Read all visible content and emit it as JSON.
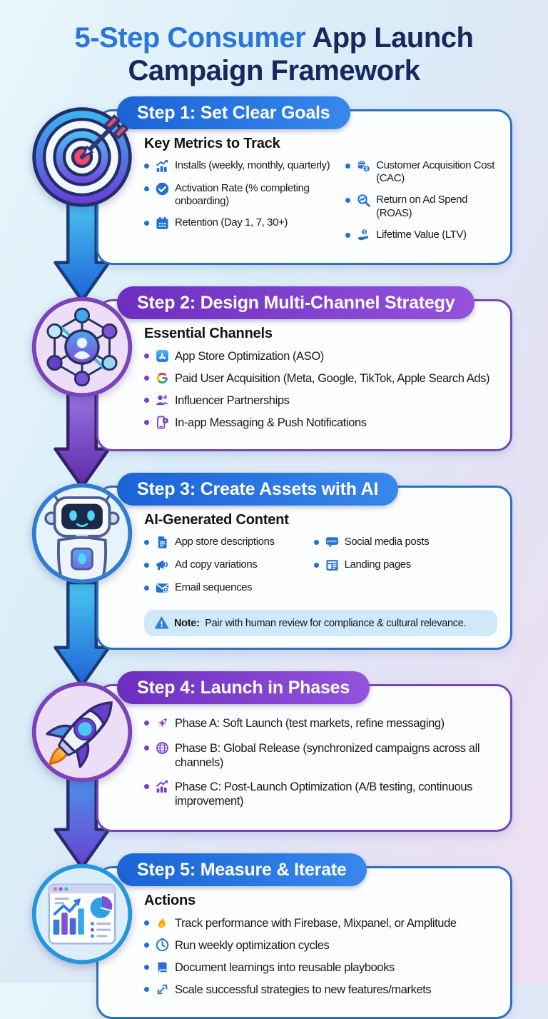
{
  "title": {
    "highlight": "5-Step Consumer",
    "rest": " App Launch Campaign Framework"
  },
  "colors": {
    "accent_blue": "#2470d5",
    "accent_purple": "#7b3fd0",
    "title_blue": "#2a76d9",
    "title_navy": "#16285c",
    "header_blue_gradient": [
      "#1a64d6",
      "#3787ec"
    ],
    "header_purple_gradient": [
      "#6d2ec0",
      "#9453dc"
    ],
    "card_border_blue": "#2e6fbe",
    "card_border_purple": "#7747b4",
    "note_background": "#cfe9f8"
  },
  "steps": [
    {
      "id": 1,
      "theme": "blue",
      "icon": "target",
      "arrow": "blue",
      "header": "Step 1: Set Clear Goals",
      "subheading": "Key Metrics to Track",
      "columns": 2,
      "bullets": [
        {
          "icon": "chart-growth",
          "text": "Installs (weekly, monthly, quarterly)",
          "col": 1
        },
        {
          "icon": "check-circle",
          "text": "Activation Rate (% completing onboarding)",
          "col": 1
        },
        {
          "icon": "calendar",
          "text": "Retention (Day 1, 7, 30+)",
          "col": 1
        },
        {
          "icon": "coins",
          "text": "Customer Acquisition Cost (CAC)",
          "col": 2
        },
        {
          "icon": "magnifier-chart",
          "text": "Return on Ad Spend (ROAS)",
          "col": 2
        },
        {
          "icon": "hand-coin",
          "text": "Lifetime Value (LTV)",
          "col": 2
        }
      ]
    },
    {
      "id": 2,
      "theme": "purple",
      "icon": "network",
      "arrow": "purple",
      "header": "Step 2: Design Multi-Channel Strategy",
      "subheading": "Essential Channels",
      "columns": 1,
      "bullets": [
        {
          "icon": "app-store",
          "text": "App Store Optimization (ASO)"
        },
        {
          "icon": "google",
          "text": "Paid User Acquisition (Meta, Google, TikTok, Apple Search Ads)"
        },
        {
          "icon": "people",
          "text": "Influencer Partnerships"
        },
        {
          "icon": "phone-message",
          "text": "In-app Messaging & Push Notifications"
        }
      ]
    },
    {
      "id": 3,
      "theme": "blue",
      "icon": "robot",
      "arrow": "blue",
      "header": "Step 3: Create Assets with AI",
      "subheading": "AI-Generated Content",
      "columns": 2,
      "bullets": [
        {
          "icon": "document",
          "text": "App store descriptions",
          "col": 1
        },
        {
          "icon": "megaphone",
          "text": "Ad copy variations",
          "col": 1
        },
        {
          "icon": "email",
          "text": "Email sequences",
          "col": 1
        },
        {
          "icon": "social-post",
          "text": "Social media posts",
          "col": 2
        },
        {
          "icon": "landing-page",
          "text": "Landing pages",
          "col": 2
        }
      ],
      "note": {
        "label": "Note:",
        "text": " Pair with human review for compliance & cultural relevance."
      }
    },
    {
      "id": 4,
      "theme": "purple",
      "icon": "rocket",
      "arrow": "mix",
      "header": "Step 4: Launch in Phases",
      "subheading": null,
      "columns": 1,
      "bullets": [
        {
          "icon": "rocket-small",
          "text": "Phase A: Soft Launch (test markets, refine messaging)"
        },
        {
          "icon": "globe",
          "text": "Phase B: Global Release (synchronized campaigns across all channels)"
        },
        {
          "icon": "chart-growth",
          "text": "Phase C: Post-Launch Optimization (A/B testing, continuous improvement)"
        }
      ]
    },
    {
      "id": 5,
      "theme": "blue",
      "icon": "dashboard",
      "arrow": null,
      "header": "Step 5: Measure & Iterate",
      "subheading": "Actions",
      "columns": 1,
      "bullets": [
        {
          "icon": "flame",
          "text": "Track performance with Firebase, Mixpanel, or Amplitude"
        },
        {
          "icon": "clock",
          "text": "Run weekly optimization cycles"
        },
        {
          "icon": "book",
          "text": "Document learnings into reusable playbooks"
        },
        {
          "icon": "scale-arrows",
          "text": "Scale successful strategies to new features/markets"
        }
      ]
    }
  ]
}
